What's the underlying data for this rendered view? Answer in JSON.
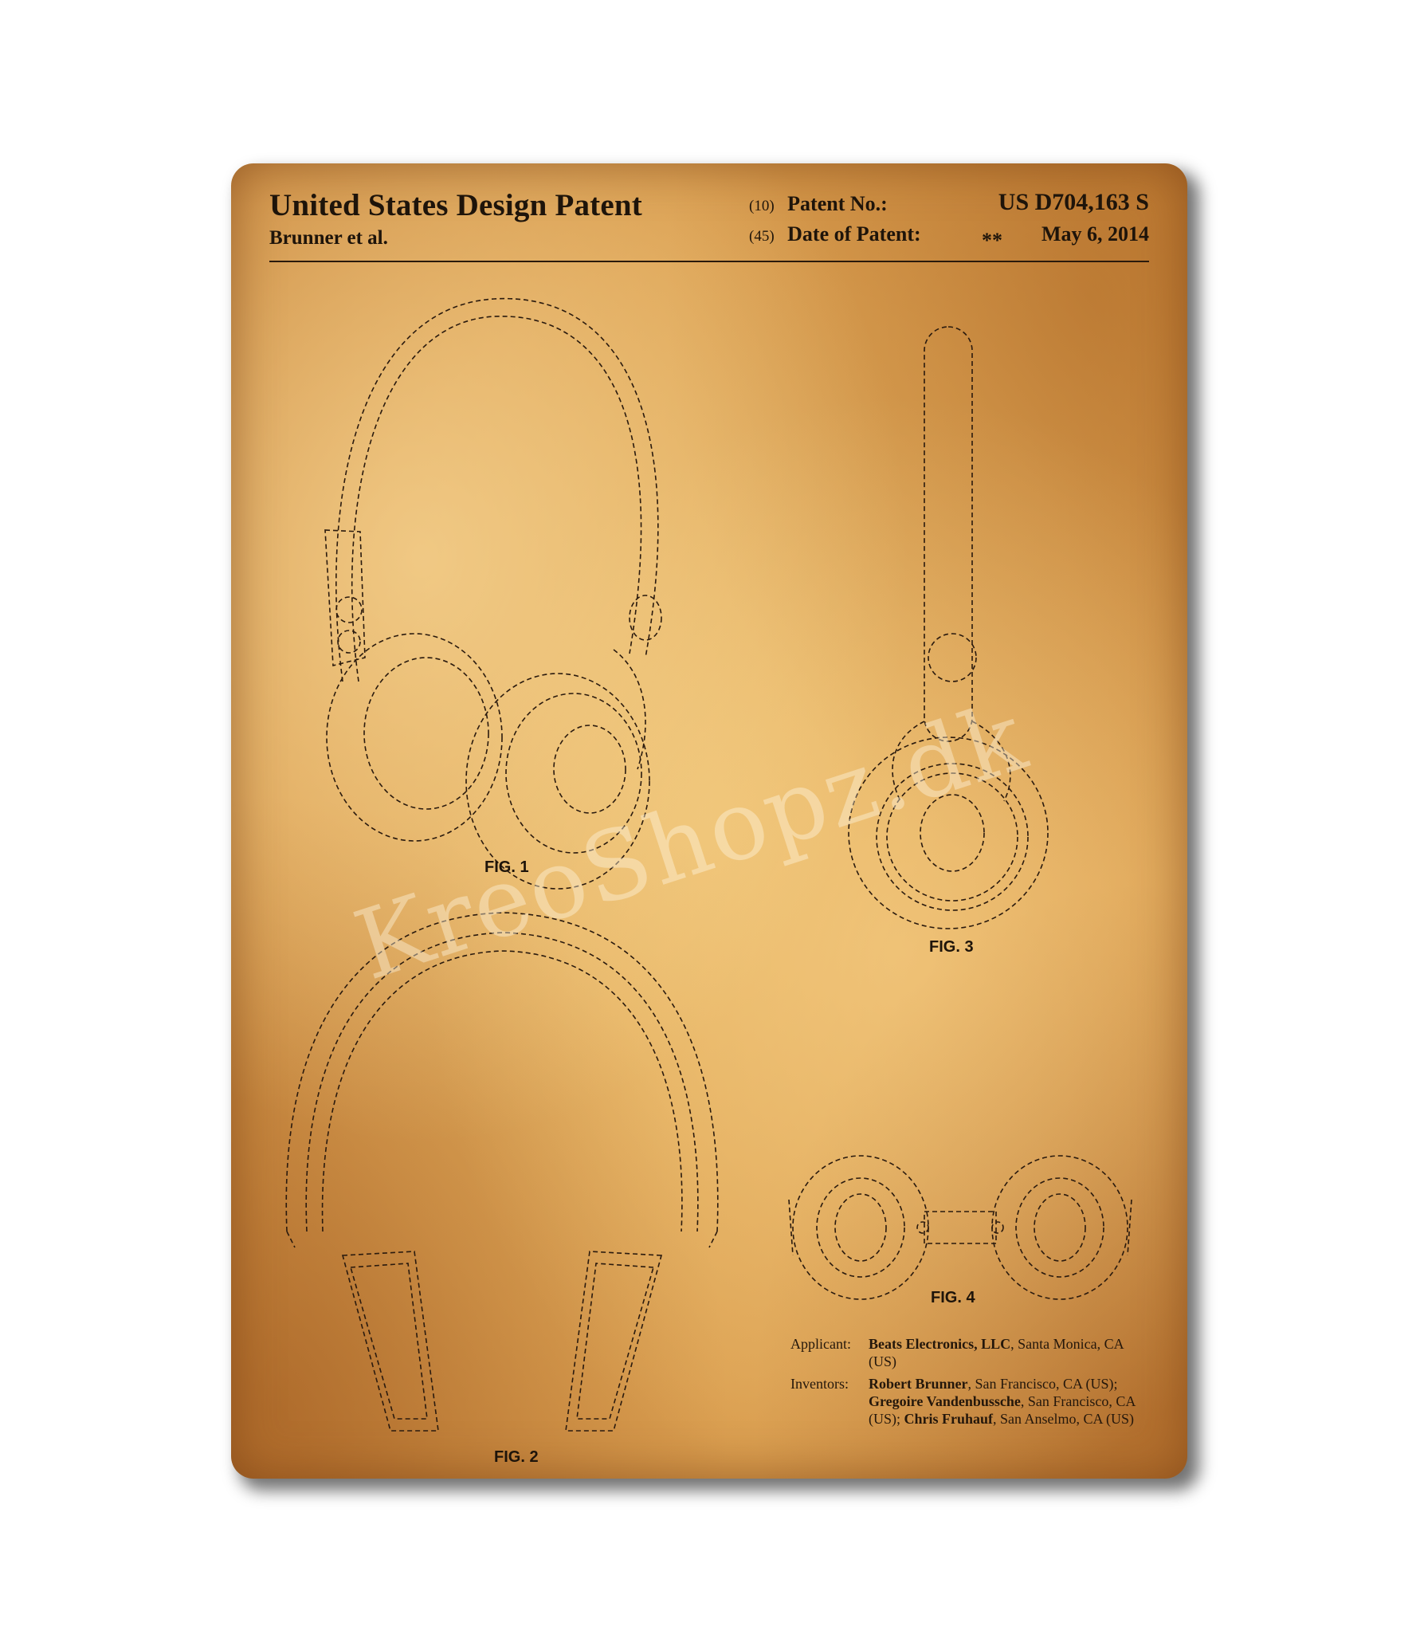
{
  "header": {
    "title": "United States Design Patent",
    "authors": "Brunner et al.",
    "patent_no_code": "(10)",
    "patent_no_label": "Patent No.:",
    "patent_no_value": "US D704,163 S",
    "date_code": "(45)",
    "date_label": "Date of Patent:",
    "date_stars": "**",
    "date_value": "May 6, 2014"
  },
  "figures": {
    "fig1": "FIG. 1",
    "fig2": "FIG. 2",
    "fig3": "FIG. 3",
    "fig4": "FIG. 4"
  },
  "details": {
    "applicant_label": "Applicant:",
    "applicant_name": "Beats Electronics, LLC",
    "applicant_location": ", Santa Monica, CA (US)",
    "inventors_label": "Inventors:",
    "inventor1_name": "Robert Brunner",
    "inventor1_location": ", San Francisco, CA (US); ",
    "inventor2_name": "Gregoire Vandenbussche",
    "inventor2_location": ", San Francisco, CA (US); ",
    "inventor3_name": "Chris Fruhauf",
    "inventor3_location": ", San Anselmo, CA (US)"
  },
  "watermark": "KreoShopz.dk",
  "colors": {
    "paper": "#dca152",
    "ink": "#1e140a"
  }
}
